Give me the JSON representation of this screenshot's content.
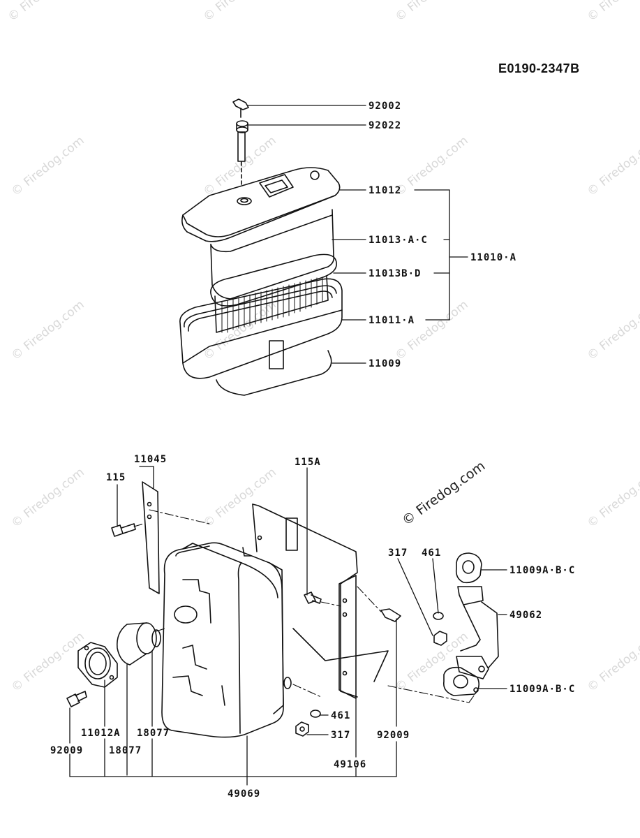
{
  "diagram_code": "E0190-2347B",
  "watermark": "© Firedog.com",
  "labels": {
    "p92002": "92002",
    "p92022": "92022",
    "p11012": "11012",
    "p11013ac": "11013·A·C",
    "p11013bd": "11013B·D",
    "p11010a": "11010·A",
    "p11011a": "11011·A",
    "p11009": "11009",
    "p11045": "11045",
    "p115": "115",
    "p115a": "115A",
    "p317a": "317",
    "p461a": "461",
    "p11009abc_top": "11009A·B·C",
    "p49062": "49062",
    "p11009abc_bot": "11009A·B·C",
    "p461b": "461",
    "p317b": "317",
    "p92009r": "92009",
    "p49106": "49106",
    "p11012a": "11012A",
    "p18077a": "18077",
    "p92009l": "92009",
    "p18077b": "18077",
    "p49069": "49069"
  }
}
